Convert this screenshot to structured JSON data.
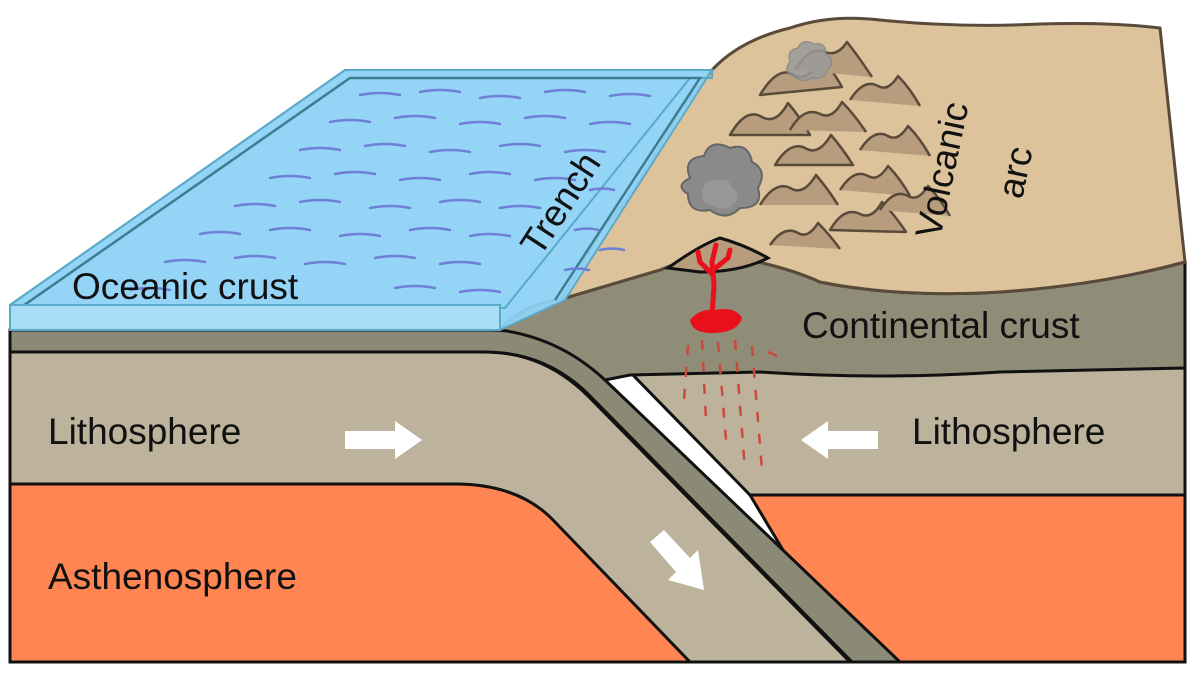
{
  "labels": {
    "oceanic_crust": "Oceanic crust",
    "trench": "Trench",
    "volcanic": "Volcanic",
    "arc": "arc",
    "continental_crust": "Continental crust",
    "lithosphere_left": "Lithosphere",
    "lithosphere_right": "Lithosphere",
    "asthenosphere": "Asthenosphere"
  },
  "colors": {
    "ocean": "#8fd3f7",
    "ocean_edge": "#5aa9c9",
    "wave": "#6f7fd6",
    "land": "#dcc39b",
    "land_edge": "#5a4a3a",
    "mountain": "#b79c7e",
    "continental_crust": "#8f8c78",
    "lithosphere": "#bdb39c",
    "oceanic_crust_layer": "#8a8a76",
    "asthenosphere": "#ff8552",
    "magma": "#e8101a",
    "magma_dash": "#c94a3a",
    "ash": "#8a8a8a",
    "arrow": "#ffffff",
    "outline": "#111111"
  },
  "icons": {
    "motion_arrows": "arrow-icon",
    "eruption": "ash-cloud-icon"
  }
}
